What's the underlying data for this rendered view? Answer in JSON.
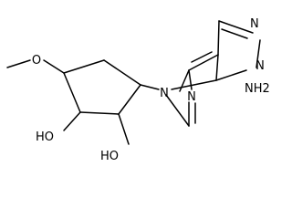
{
  "molecule": {
    "atoms": [
      {
        "id": "N2",
        "symbol": "N",
        "label": "N"
      },
      {
        "id": "N1",
        "symbol": "N",
        "label": "N"
      },
      {
        "id": "N7",
        "symbol": "N",
        "label": "N"
      },
      {
        "id": "N5",
        "symbol": "N",
        "label": "N"
      },
      {
        "id": "NH2",
        "symbol": "N",
        "label": "NH2"
      },
      {
        "id": "O_methoxy",
        "symbol": "O",
        "label": "O"
      },
      {
        "id": "OH_upper",
        "symbol": "O",
        "label": "HO"
      },
      {
        "id": "OH_lower",
        "symbol": "O",
        "label": "HO"
      }
    ]
  }
}
